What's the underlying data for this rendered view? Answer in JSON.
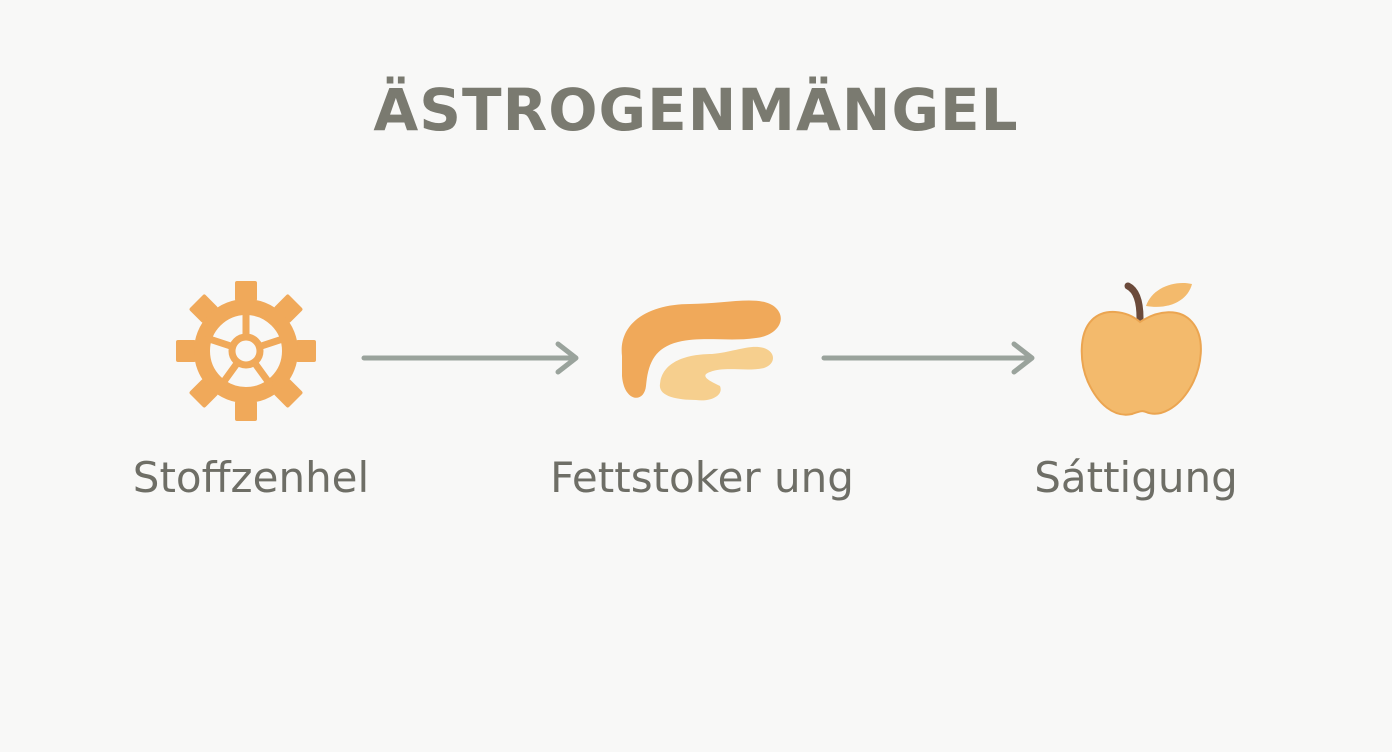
{
  "diagram": {
    "title": "ÄSTROGENMÄNGEL",
    "nodes": [
      {
        "id": "stoffwechsel",
        "label": "Stoffzenhel",
        "icon": "gear-icon"
      },
      {
        "id": "fettspeicher",
        "label": "Fettstoker ung",
        "icon": "pancreas-icon"
      },
      {
        "id": "saettigung",
        "label": "Sáttigung",
        "icon": "apple-icon"
      }
    ],
    "edges": [
      {
        "from": "stoffwechsel",
        "to": "fettspeicher"
      },
      {
        "from": "fettspeicher",
        "to": "saettigung"
      }
    ]
  },
  "colors": {
    "background": "#f8f8f7",
    "title_text": "#7a7a70",
    "label_text": "#6e6e66",
    "icon_orange": "#f0a95a",
    "icon_orange_light": "#f6cf8e",
    "apple_fill": "#f3ba6c",
    "stem": "#6b4a3a",
    "arrow": "#9aa39c"
  }
}
